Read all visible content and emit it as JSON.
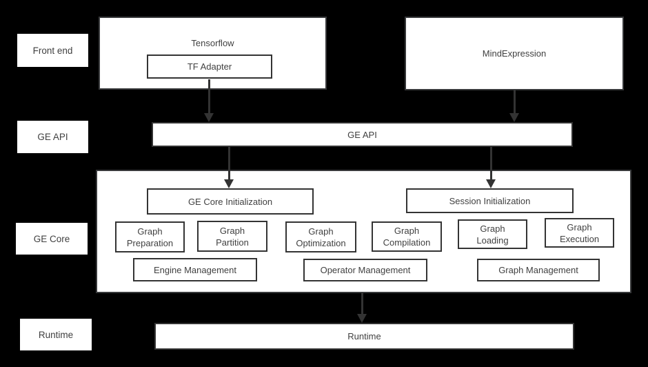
{
  "colors": {
    "background": "#000000",
    "box_fill": "#ffffff",
    "border": "#333333",
    "text": "#404040"
  },
  "side_labels": {
    "front_end": "Front end",
    "ge_api": "GE API",
    "ge_core": "GE Core",
    "runtime": "Runtime"
  },
  "front_end": {
    "tensorflow_title": "Tensorflow",
    "tf_adapter": "TF Adapter",
    "mind_expression": "MindExpression"
  },
  "ge_api": {
    "bar_label": "GE API"
  },
  "ge_core": {
    "init_left": "GE Core Initialization",
    "init_right": "Session Initialization",
    "stages": [
      {
        "line1": "Graph",
        "line2": "Preparation"
      },
      {
        "line1": "Graph",
        "line2": "Partition"
      },
      {
        "line1": "Graph",
        "line2": "Optimization"
      },
      {
        "line1": "Graph",
        "line2": "Compilation"
      },
      {
        "line1": "Graph",
        "line2": "Loading"
      },
      {
        "line1": "Graph",
        "line2": "Execution"
      }
    ],
    "management": [
      "Engine Management",
      "Operator Management",
      "Graph Management"
    ]
  },
  "runtime": {
    "bar_label": "Runtime"
  }
}
